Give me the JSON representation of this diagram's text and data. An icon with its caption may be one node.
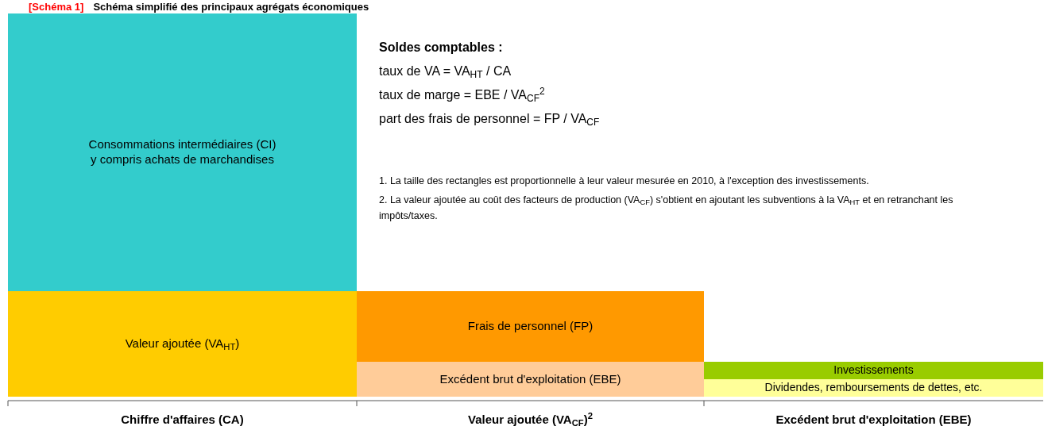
{
  "diagram": {
    "title": "Schéma simplifié des principaux agrégats économiques",
    "nodes": [
      {
        "text": [
          "Consommations intermédiaires (CI)",
          "y compris achats de marchandises"
        ]
      },
      {
        "text": [
          "Valeur ajoutée (VA$_{HT}$)"
        ]
      },
      {
        "text": [
          "Frais de personnel (FP)"
        ]
      },
      {
        "text": [
          "Excédent brut d'exploitation (EBE)"
        ]
      },
      {
        "text": [
          "Investissements"
        ]
      },
      {
        "text": [
          "Dividendes, remboursements de dettes, etc."
        ]
      }
    ],
    "labels": [
      "[Schéma 1]",
      "Soldes comptables :",
      "taux de VA = VA$_{HT}$ / CA",
      "taux de marge = EBE / VA$_{CF}$$^{2}$",
      "part des frais de personnel = FP / VA$_{CF}$",
      "1. La taille des rectangles est proportionnelle à leur valeur mesurée en 2010, à l'exception des investissements.",
      "2. La valeur ajoutée au coût des facteurs de production (VA$_{CF}$) s'obtient en ajoutant les subventions à la VA$_{HT}$ et en retranchant les impôts/taxes.",
      "Chiffre d'affaires (CA)",
      "Valeur ajoutée (VA$_{CF}$)$^{2}$",
      "Excédent brut d'exploitation (EBE)"
    ]
  }
}
